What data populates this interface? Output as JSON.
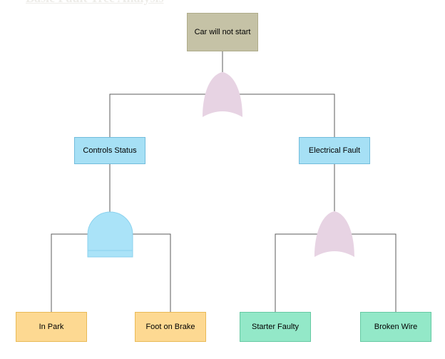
{
  "page": {
    "title": "Basic Fault Tree Analysis"
  },
  "fault_tree": {
    "top_event": {
      "label": "Car will not start"
    },
    "top_gate": {
      "type": "OR"
    },
    "branches": [
      {
        "event": {
          "label": "Controls Status"
        },
        "gate": {
          "type": "AND"
        },
        "basic_events": [
          {
            "label": "In Park"
          },
          {
            "label": "Foot on Brake"
          }
        ]
      },
      {
        "event": {
          "label": "Electrical Fault"
        },
        "gate": {
          "type": "OR"
        },
        "basic_events": [
          {
            "label": "Starter Faulty"
          },
          {
            "label": "Broken Wire"
          }
        ]
      }
    ],
    "colors": {
      "top_event_fill": "#c5c2a6",
      "top_event_border": "#aeab8a",
      "intermediate_fill": "#a6e0f5",
      "intermediate_border": "#72bcdc",
      "or_gate_fill": "#e7d3e3",
      "and_gate_fill": "#aae3f8",
      "and_gate_border": "#8bd2ee",
      "basic_left_fill": "#fdd992",
      "basic_left_border": "#e9ba57",
      "basic_right_fill": "#93e8c8",
      "basic_right_border": "#66c9a3",
      "connector": "#5b5b5b",
      "title_text": "#edece8"
    }
  }
}
